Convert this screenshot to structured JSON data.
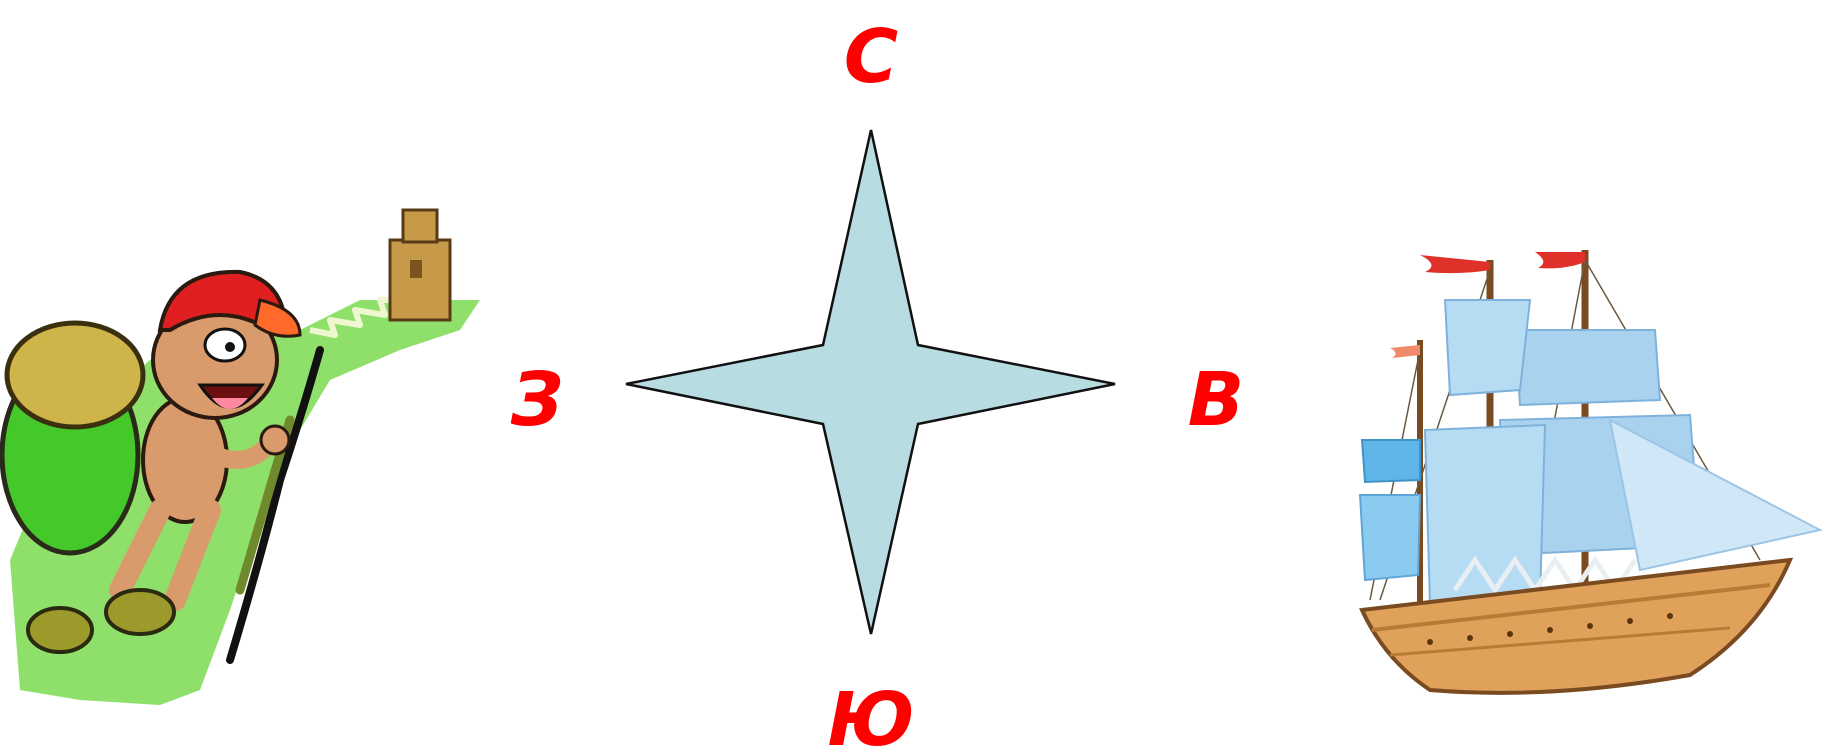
{
  "compass": {
    "north": "С",
    "south": "Ю",
    "west": "З",
    "east": "В"
  },
  "colors": {
    "label": "#ff0000",
    "star_fill": "#b7dde3",
    "star_stroke": "#111111"
  },
  "illustrations": {
    "left": "hiker-with-backpack",
    "right": "sailing-ship"
  }
}
